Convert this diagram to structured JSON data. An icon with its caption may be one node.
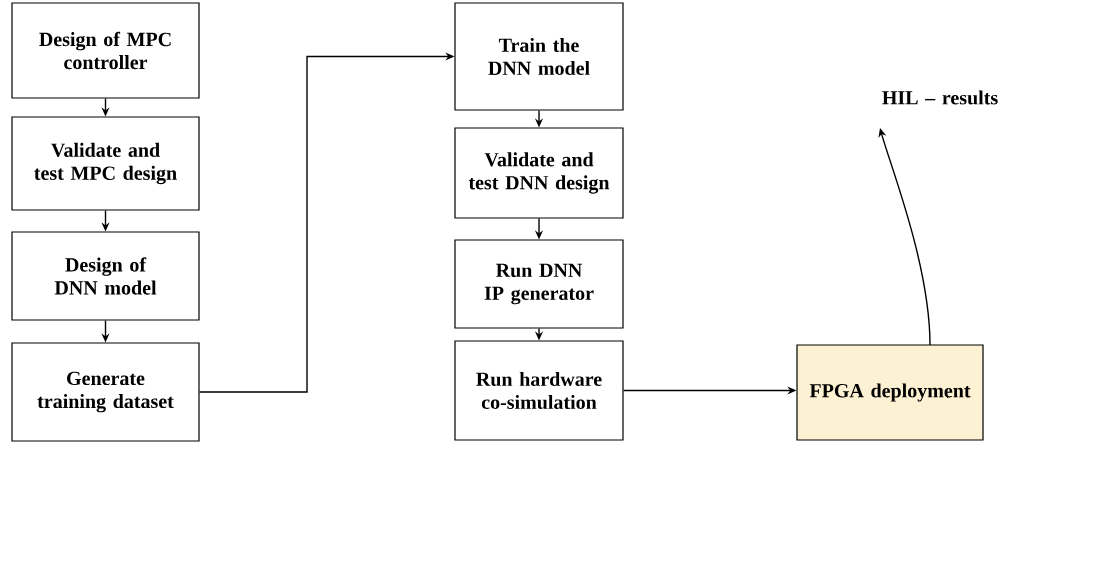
{
  "diagram": {
    "nodes": [
      {
        "text": [
          "Design of MPC controller"
        ]
      },
      {
        "text": [
          "Validate and test MPC design"
        ]
      },
      {
        "text": [
          "Design of DNN model"
        ]
      },
      {
        "text": [
          "Generate training dataset"
        ]
      },
      {
        "text": [
          "Train the DNN model"
        ]
      },
      {
        "text": [
          "Validate and test DNN design"
        ]
      },
      {
        "text": [
          "Run DNN IP generator"
        ]
      },
      {
        "text": [
          "Run hardware co-simulation"
        ]
      },
      {
        "text": [
          "FPGA deployment"
        ]
      },
      {
        "text": [
          "HIL – results"
        ]
      }
    ],
    "edges": [
      {
        "from": 0,
        "to": 1,
        "arrow": "to"
      },
      {
        "from": 1,
        "to": 2,
        "arrow": "to"
      },
      {
        "from": 2,
        "to": 3,
        "arrow": "to"
      },
      {
        "from": 3,
        "to": 4,
        "arrow": "to"
      },
      {
        "from": 4,
        "to": 5,
        "arrow": "to"
      },
      {
        "from": 5,
        "to": 6,
        "arrow": "to"
      },
      {
        "from": 6,
        "to": 7,
        "arrow": "to"
      },
      {
        "from": 7,
        "to": 8,
        "arrow": "to"
      },
      {
        "from": 8,
        "to": 9,
        "arrow": "to"
      }
    ]
  }
}
